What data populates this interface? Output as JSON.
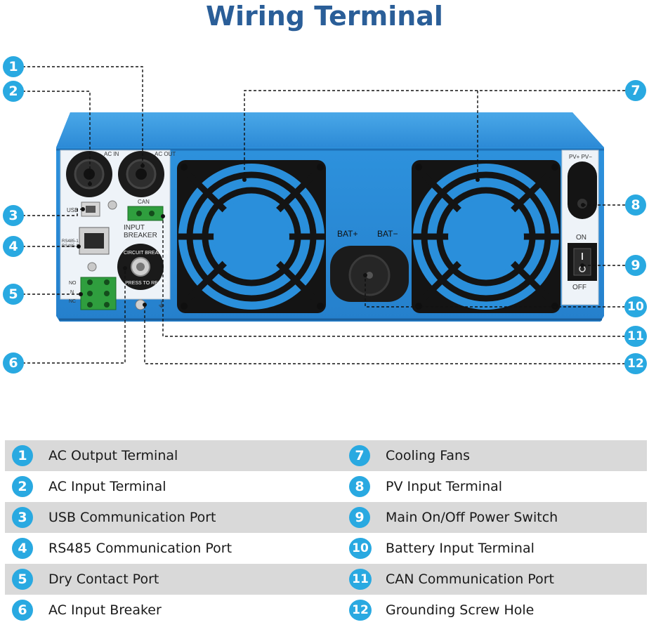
{
  "title": "Wiring Terminal",
  "colors": {
    "accent": "#29a9e1",
    "title": "#2a5e98",
    "chassis": "#2b8fd9",
    "legend_row": "#d9d9d9"
  },
  "panel_labels": {
    "ac_in": "AC IN",
    "ac_out": "AC OUT",
    "usb": "USB",
    "rs485": "RS485-1",
    "rs485b": "RS485-2",
    "can": "CAN",
    "input_breaker_1": "INPUT",
    "input_breaker_2": "BREAKER",
    "breaker_top": "CIRCUIT BREAKER",
    "breaker_bottom": "PRESS TO RESET",
    "no": "NO",
    "n": "N",
    "nc": "NC",
    "pv": "PV+ PV−",
    "bat_pos": "BAT+",
    "bat_neg": "BAT−",
    "on": "ON",
    "off": "OFF"
  },
  "callouts": [
    "1",
    "2",
    "3",
    "4",
    "5",
    "6",
    "7",
    "8",
    "9",
    "10",
    "11",
    "12"
  ],
  "legend": [
    {
      "num": "1",
      "label": "AC Output Terminal"
    },
    {
      "num": "2",
      "label": "AC Input Terminal"
    },
    {
      "num": "3",
      "label": "USB Communication Port"
    },
    {
      "num": "4",
      "label": "RS485 Communication Port"
    },
    {
      "num": "5",
      "label": "Dry Contact Port"
    },
    {
      "num": "6",
      "label": "AC Input Breaker"
    },
    {
      "num": "7",
      "label": "Cooling Fans"
    },
    {
      "num": "8",
      "label": "PV Input Terminal"
    },
    {
      "num": "9",
      "label": "Main On/Off Power Switch"
    },
    {
      "num": "10",
      "label": "Battery Input Terminal"
    },
    {
      "num": "11",
      "label": "CAN Communication Port"
    },
    {
      "num": "12",
      "label": "Grounding Screw Hole"
    }
  ]
}
